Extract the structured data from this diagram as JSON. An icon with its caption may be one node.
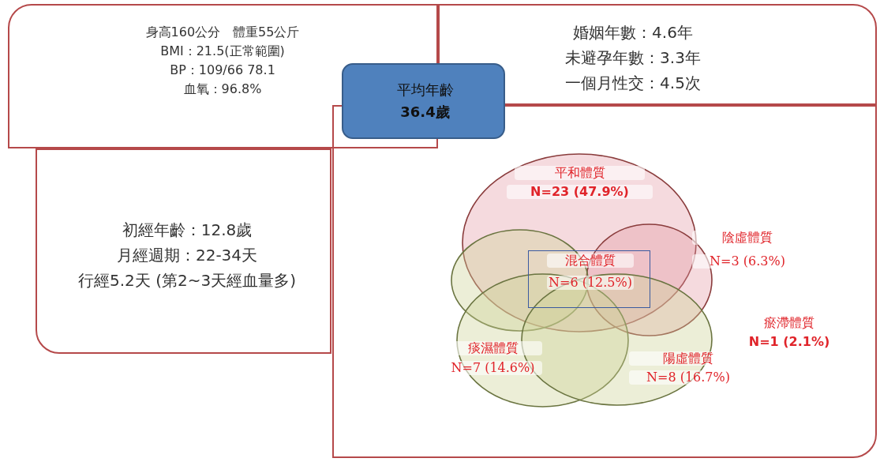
{
  "diagram": {
    "nodes": [
      {
        "text": [
          "身高160公分　體重55公斤",
          "BMI：21.5(正常範圍)",
          "BP：109/66  78.1",
          "血氧：96.8%"
        ]
      },
      {
        "text": [
          "婚姻年數：4.6年",
          "未避孕年數：3.3年",
          "一個月性交：4.5次"
        ]
      },
      {
        "text": [
          "初經年齡：12.8歲",
          "月經週期：22-34天",
          "行經5.2天 (第2~3天經血量多)"
        ]
      },
      {
        "text": [],
        "shape": "box"
      },
      {
        "text": [
          "平均年齡",
          "36.4歲"
        ]
      },
      {
        "text": [
          "平和體質",
          "N=23 (47.9%)"
        ],
        "in": 3
      },
      {
        "text": [],
        "shape": "ellipse",
        "in": 3,
        "beside": [
          "陰虛體質",
          "N=3 (6.3%)"
        ]
      },
      {
        "text": [],
        "shape": "ellipse",
        "in": 3
      },
      {
        "text": [
          "痰濕體質",
          "N=7 (14.6%)"
        ],
        "in": 3
      },
      {
        "text": [
          "陽虛體質",
          "N=8 (16.7%)"
        ],
        "in": 3
      },
      {
        "text": [
          "混合體質",
          "N=6 (12.5%)"
        ],
        "in": 5
      }
    ],
    "labels": [
      "瘀滯體質",
      "N=1 (2.1%)"
    ]
  }
}
